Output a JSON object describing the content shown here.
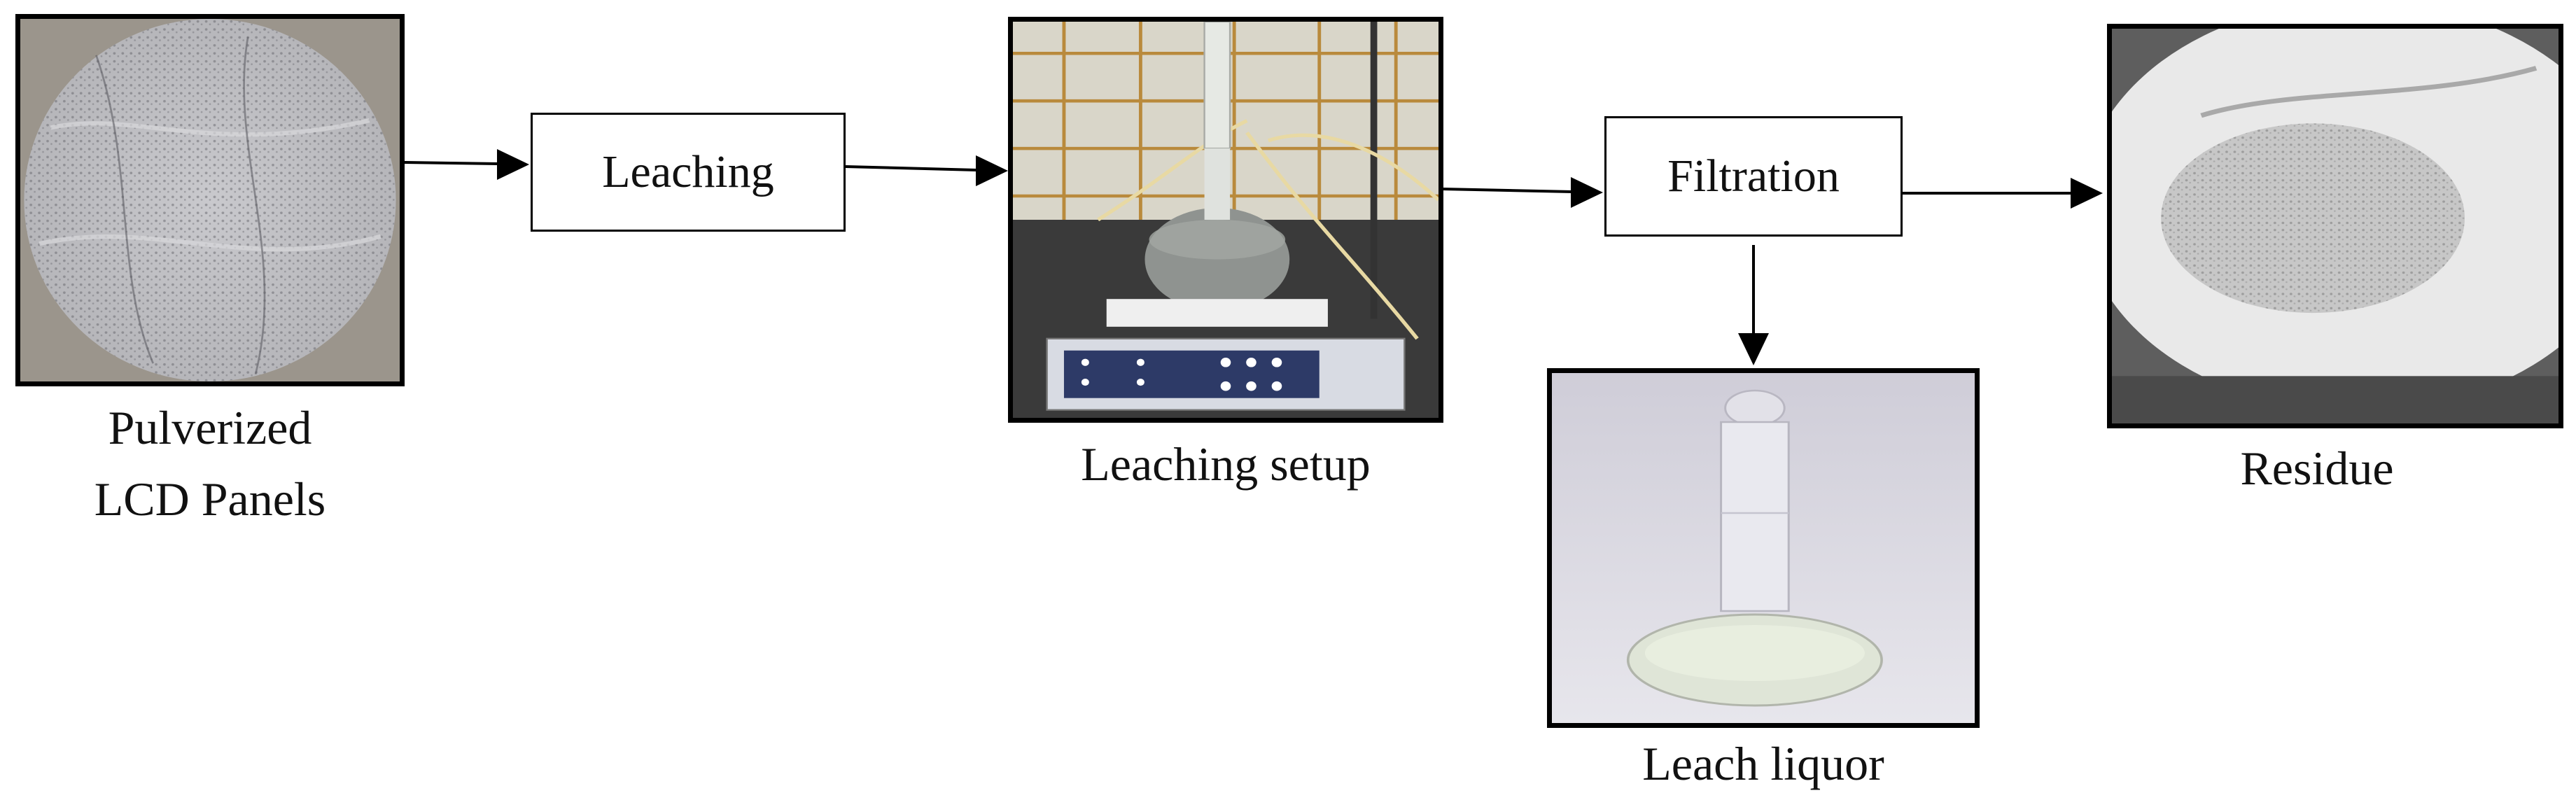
{
  "nodes": {
    "pulverized": {
      "caption": "Pulverized\nLCD Panels"
    },
    "leaching": {
      "label": "Leaching"
    },
    "leaching_setup": {
      "caption": "Leaching setup"
    },
    "filtration": {
      "label": "Filtration"
    },
    "residue": {
      "caption": "Residue"
    },
    "leach_liquor": {
      "caption": "Leach liquor"
    }
  },
  "flow": [
    {
      "from": "pulverized",
      "to": "leaching"
    },
    {
      "from": "leaching",
      "to": "leaching_setup"
    },
    {
      "from": "leaching_setup",
      "to": "filtration"
    },
    {
      "from": "filtration",
      "to": "residue"
    },
    {
      "from": "filtration",
      "to": "leach_liquor"
    }
  ],
  "colors": {
    "line": "#000000",
    "box_border": "#000000",
    "background": "#ffffff"
  }
}
